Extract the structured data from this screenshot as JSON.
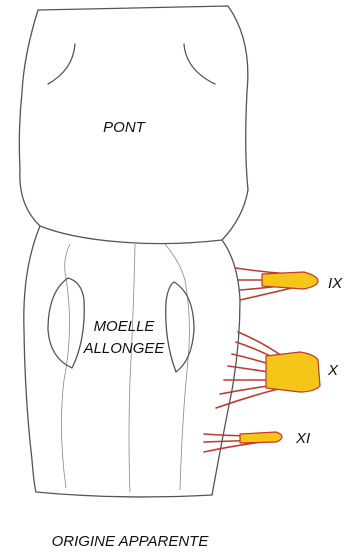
{
  "labels": {
    "pont": "PONT",
    "moelle_line1": "MOELLE",
    "moelle_line2": "ALLONGEE",
    "nerve_ix": "IX",
    "nerve_x": "X",
    "nerve_xi": "XI",
    "caption": "ORIGINE APPARENTE"
  },
  "colors": {
    "outline": "#555555",
    "nerve_fill": "#f5c518",
    "nerve_border": "#c0392b",
    "background": "#ffffff"
  }
}
